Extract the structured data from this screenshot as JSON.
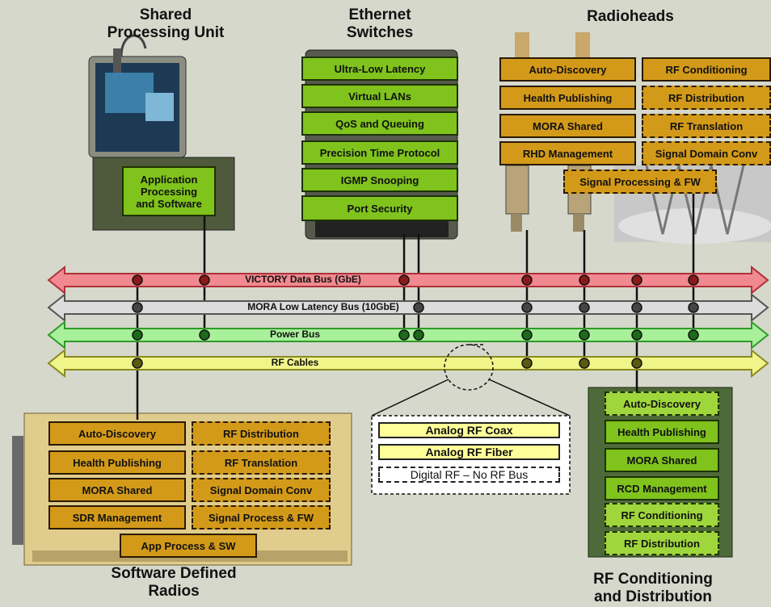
{
  "titles": {
    "spu": "Shared\nProcessing Unit",
    "eth": "Ethernet\nSwitches",
    "rh": "Radioheads",
    "sdr": "Software Defined\nRadios",
    "rfcd": "RF Conditioning\nand Distribution"
  },
  "spu_box": "Application\nProcessing\nand Software",
  "ethernet": [
    "Ultra-Low Latency",
    "Virtual LANs",
    "QoS and Queuing",
    "Precision Time Protocol",
    "IGMP Snooping",
    "Port Security"
  ],
  "radiohead_left": [
    "Auto-Discovery",
    "Health Publishing",
    "MORA Shared",
    "RHD Management"
  ],
  "radiohead_right": [
    "RF Conditioning",
    "RF Distribution",
    "RF Translation",
    "Signal Domain Conv"
  ],
  "radiohead_bottom": "Signal Processing & FW",
  "buses": [
    "VICTORY Data Bus (GbE)",
    "MORA Low Latency Bus (10GbE)",
    "Power Bus",
    "RF Cables"
  ],
  "legend": [
    "Analog RF Coax",
    "Analog RF Fiber",
    "Digital RF – No RF Bus"
  ],
  "sdr_left": [
    "Auto-Discovery",
    "Health Publishing",
    "MORA Shared",
    "SDR Management"
  ],
  "sdr_right": [
    "RF Distribution",
    "RF Translation",
    "Signal Domain Conv",
    "Signal Process & FW"
  ],
  "sdr_bottom": "App Process & SW",
  "rfcd": [
    "Auto-Discovery",
    "Health Publishing",
    "MORA Shared",
    "RCD Management",
    "RF Conditioning",
    "RF Distribution"
  ],
  "colors": {
    "victory": "#f08a90",
    "mora": "#dcdcdc",
    "power": "#a8f09a",
    "rf": "#f0f58a",
    "gold": "#d39a19",
    "green": "#7fc31c"
  }
}
